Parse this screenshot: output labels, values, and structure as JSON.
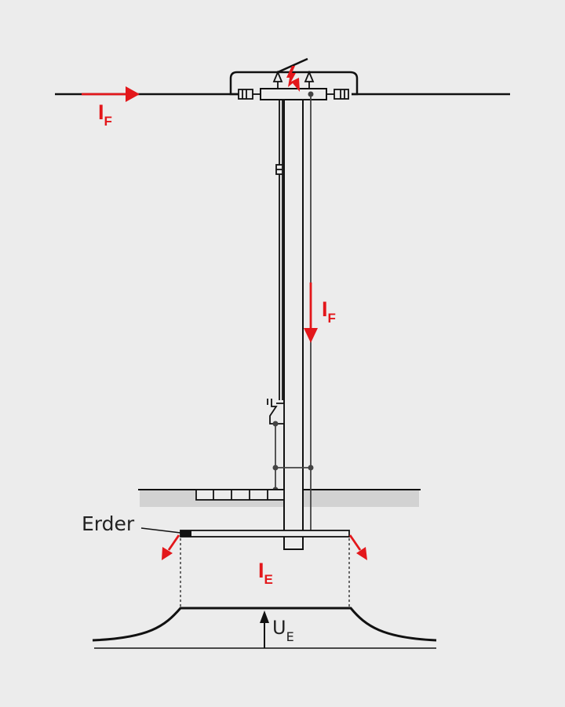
{
  "colors": {
    "background": "#ececec",
    "line": "#111111",
    "accent": "#e3171b",
    "ground": "#d2d2d2",
    "node": "#444444"
  },
  "labels": {
    "fault_current_line": {
      "main": "I",
      "sub": "F"
    },
    "fault_current_pole": {
      "main": "I",
      "sub": "F"
    },
    "earth_current": {
      "main": "I",
      "sub": "E"
    },
    "earth_electrode": "Erder",
    "earth_voltage": {
      "main": "U",
      "sub": "E"
    }
  },
  "icons": {
    "fault": "lightning-bolt-icon",
    "flow": "arrow-icon"
  }
}
